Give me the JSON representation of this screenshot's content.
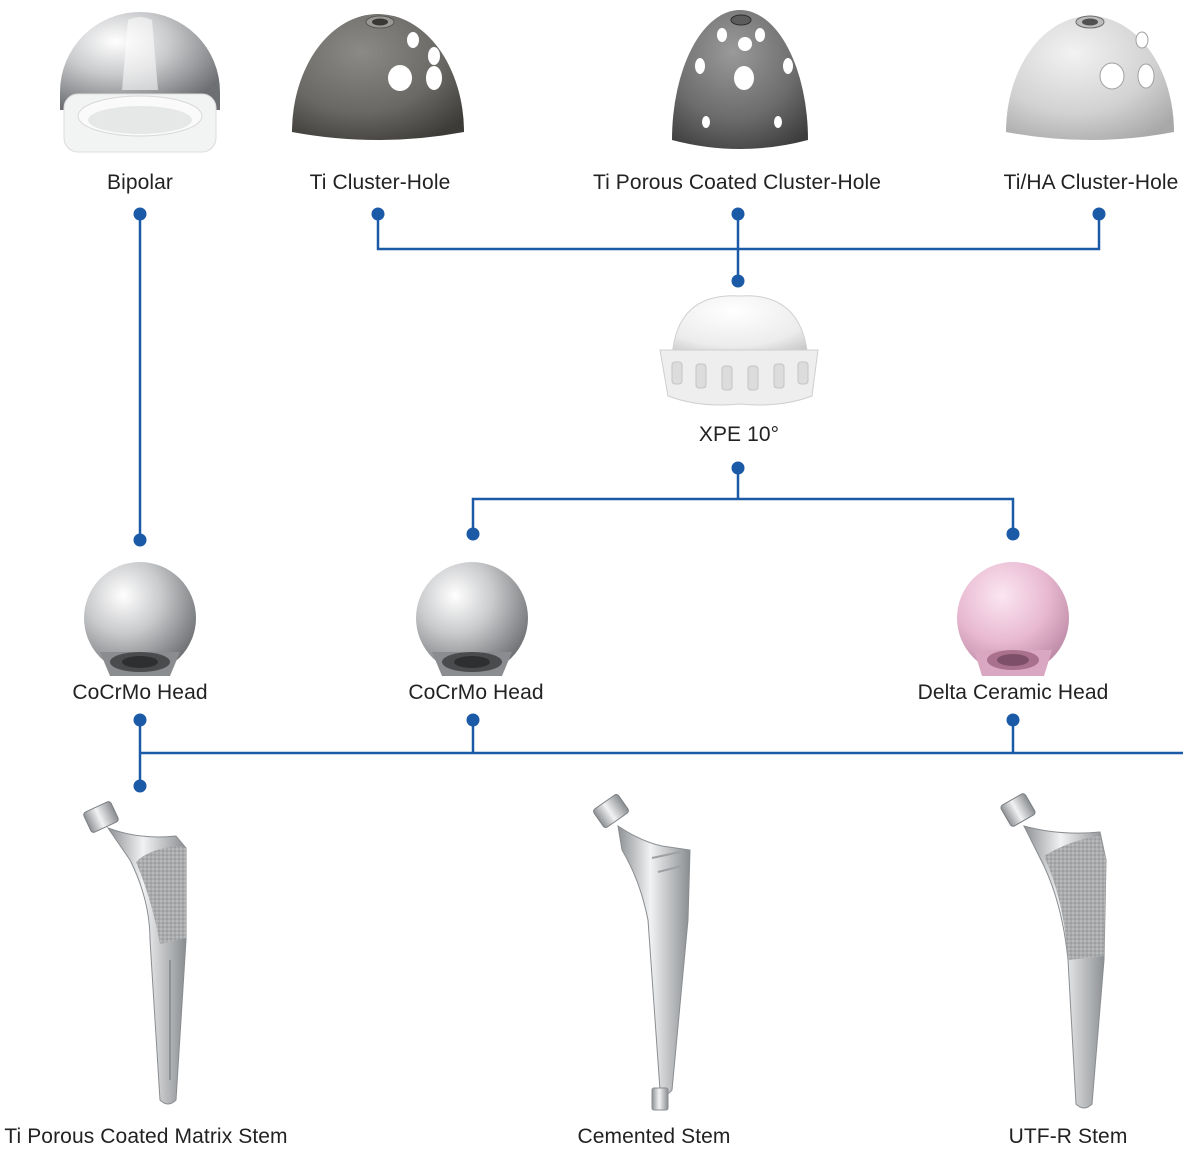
{
  "colors": {
    "connector": "#1b5aa6",
    "text": "#222222",
    "background": "#ffffff"
  },
  "components": {
    "bipolar": {
      "label": "Bipolar",
      "icon": "bipolar-cup-image"
    },
    "ti_cluster_hole": {
      "label": "Ti Cluster-Hole",
      "icon": "porous-shell-image"
    },
    "ti_porous_coated_cluster_hole": {
      "label": "Ti Porous Coated Cluster-Hole",
      "icon": "porous-shell-image"
    },
    "ti_ha_cluster_hole": {
      "label": "Ti/HA Cluster-Hole",
      "icon": "porous-shell-image"
    },
    "xpe_liner": {
      "label": "XPE 10°",
      "icon": "liner-image"
    },
    "cocrmo_head_1": {
      "label": "CoCrMo Head",
      "icon": "femoral-head-image"
    },
    "cocrmo_head_2": {
      "label": "CoCrMo Head",
      "icon": "femoral-head-image"
    },
    "delta_ceramic_head": {
      "label": "Delta Ceramic Head",
      "icon": "ceramic-head-image"
    },
    "ti_porous_coated_matrix_stem": {
      "label": "Ti Porous Coated Matrix Stem",
      "icon": "stem-image"
    },
    "cemented_stem": {
      "label": "Cemented Stem",
      "icon": "stem-image"
    },
    "utf_r_stem": {
      "label": "UTF-R Stem",
      "icon": "stem-image"
    }
  }
}
